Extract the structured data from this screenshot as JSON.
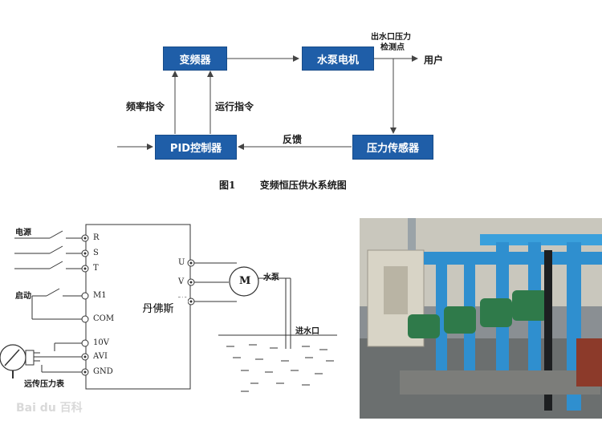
{
  "top_diagram": {
    "inverter": "变频器",
    "pump_motor": "水泵电机",
    "pid_controller": "PID控制器",
    "pressure_sensor": "压力传感器",
    "outlet_pressure_point": [
      "出水口压力",
      "检测点"
    ],
    "user": "用户",
    "frequency_command": "频率指令",
    "run_command": "运行指令",
    "feedback": "反馈",
    "caption_number": "图1",
    "caption_text": "变频恒压供水系统图"
  },
  "wiring_diagram": {
    "power_supply": "电源",
    "start": "启动",
    "remote_pressure_gauge": "远传压力表",
    "water_pump": "水泵",
    "water_inlet": "进水口",
    "motor_symbol": "M",
    "brand_label": "丹佛斯",
    "input_terminals": [
      "R",
      "S",
      "T",
      "M1",
      "COM",
      "10V",
      "AVI",
      "GND"
    ],
    "output_terminals": [
      "U",
      "V",
      "W"
    ]
  },
  "watermark": "Bai du 百科",
  "colors": {
    "box_fill": "#1f5ea8",
    "box_text": "#ffffff",
    "line": "#333333",
    "pipe_blue": "#2f8fcf"
  }
}
